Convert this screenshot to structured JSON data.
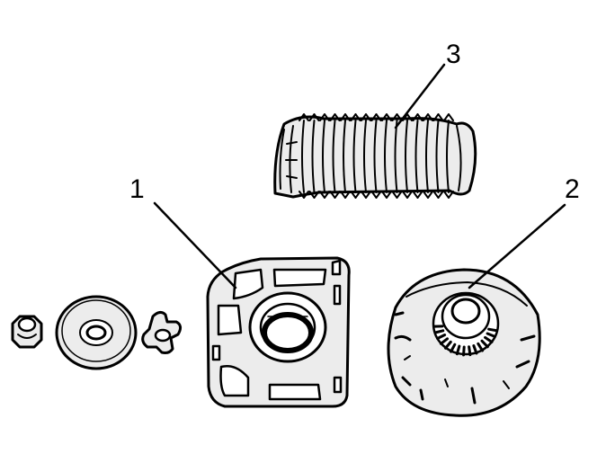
{
  "callouts": {
    "label_1": "1",
    "label_2": "2",
    "label_3": "3"
  },
  "colors": {
    "line": "#000000",
    "fill": "#ececec",
    "background": "#ffffff"
  }
}
